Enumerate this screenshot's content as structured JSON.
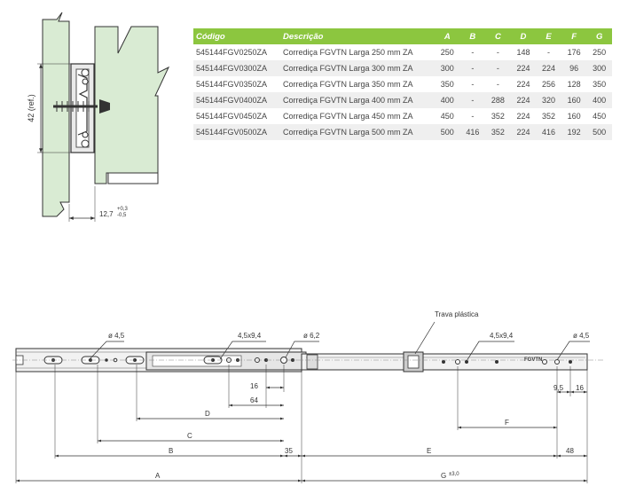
{
  "table": {
    "headers": [
      "Código",
      "Descrição",
      "A",
      "B",
      "C",
      "D",
      "E",
      "F",
      "G"
    ],
    "rows": [
      [
        "545144FGV0250ZA",
        "Corrediça FGVTN Larga 250 mm ZA",
        "250",
        "-",
        "-",
        "148",
        "-",
        "176",
        "250"
      ],
      [
        "545144FGV0300ZA",
        "Corrediça FGVTN Larga 300 mm ZA",
        "300",
        "-",
        "-",
        "224",
        "224",
        "96",
        "300"
      ],
      [
        "545144FGV0350ZA",
        "Corrediça FGVTN Larga 350 mm ZA",
        "350",
        "-",
        "-",
        "224",
        "256",
        "128",
        "350"
      ],
      [
        "545144FGV0400ZA",
        "Corrediça FGVTN Larga 400 mm ZA",
        "400",
        "-",
        "288",
        "224",
        "320",
        "160",
        "400"
      ],
      [
        "545144FGV0450ZA",
        "Corrediça FGVTN Larga 450 mm ZA",
        "450",
        "-",
        "352",
        "224",
        "352",
        "160",
        "450"
      ],
      [
        "545144FGV0500ZA",
        "Corrediça FGVTN Larga 500 mm ZA",
        "500",
        "416",
        "352",
        "224",
        "416",
        "192",
        "500"
      ]
    ]
  },
  "section": {
    "height_label": "42 (ref.)",
    "width_label": "12,7",
    "tol_plus": "+0,3",
    "tol_minus": "-0,5"
  },
  "slide": {
    "callouts": {
      "hole_45_left": "ø 4,5",
      "slot_left": "4,5x9,4",
      "hole_62": "ø 6,2",
      "trava": "Trava plástica",
      "slot_right": "4,5x9,4",
      "hole_45_right": "ø 4,5"
    },
    "logo": "FGVTN",
    "dims": {
      "d16_left": "16",
      "d64": "64",
      "D": "D",
      "C": "C",
      "B": "B",
      "d35": "35",
      "A": "A",
      "d95": "9,5",
      "d16_right": "16",
      "F": "F",
      "E": "E",
      "d48": "48",
      "G": "G",
      "G_tol": "±3,0"
    }
  },
  "colors": {
    "table_header": "#8cc63f",
    "wood": "#d9ebd3",
    "line": "#333333"
  }
}
